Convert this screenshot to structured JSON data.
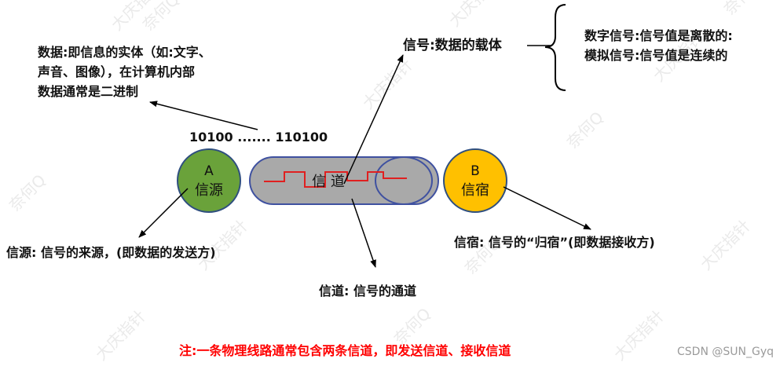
{
  "data_description": [
    "数据:即信息的实体（如:文字、",
    "声音、图像），在计算机内部",
    "数据通常是二进制"
  ],
  "binary_string": "10100 ....... 110100",
  "signal_label": "信号:数据的载体",
  "signal_types": [
    "数字信号:信号值是离散的:",
    "模拟信号:信号值是连续的"
  ],
  "source_node": {
    "letter": "A",
    "name": "信源",
    "color": "#6aa23a"
  },
  "channel_node": {
    "name": "信  道",
    "color": "#a9a9a9"
  },
  "sink_node": {
    "letter": "B",
    "name": "信宿",
    "color": "#ffc000"
  },
  "source_description": "信源: 信号的来源，(即数据的发送方)",
  "sink_description": "信宿: 信号的“归宿”(即数据接收方)",
  "channel_description": "信道: 信号的通道",
  "note": "注:一条物理线路通常包含两条信道，即发送信道、接收信道",
  "note_color": "#ff0000",
  "watermark_credit": "CSDN @SUN_Gyq",
  "watermark_texts": [
    "大庆指针",
    "奈何Q"
  ]
}
